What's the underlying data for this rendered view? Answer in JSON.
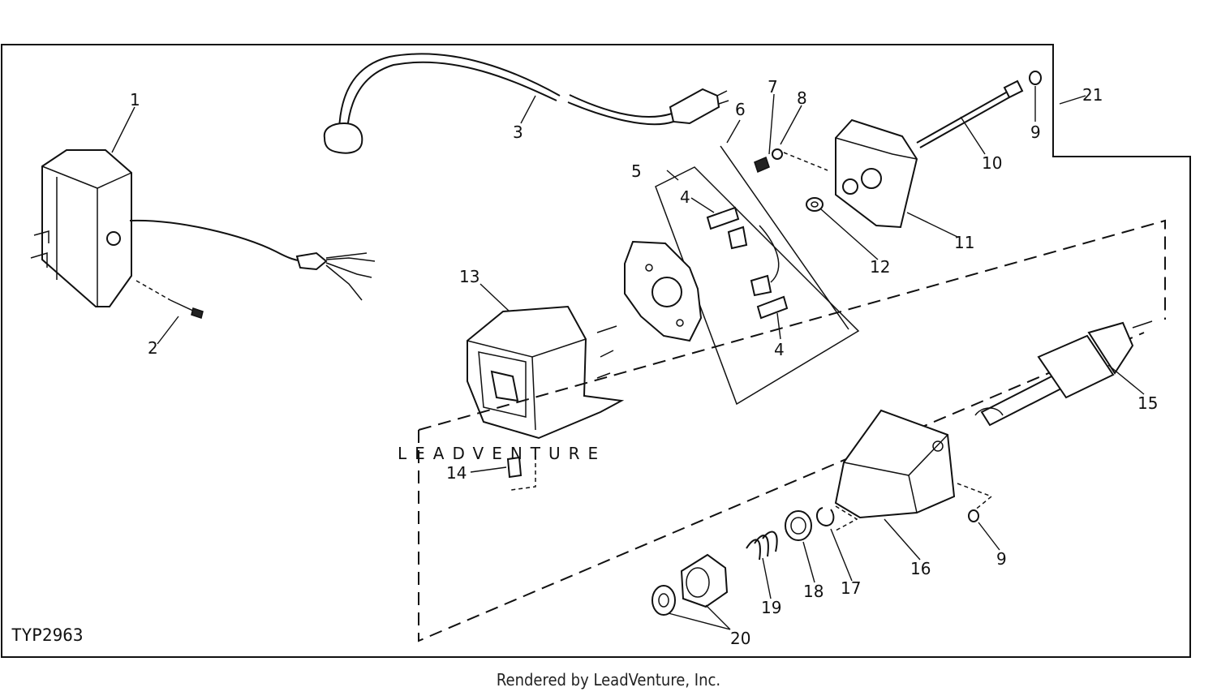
{
  "diagram": {
    "drawing_code": "TYP2963",
    "callouts": [
      "1",
      "2",
      "3",
      "4",
      "4",
      "5",
      "6",
      "7",
      "8",
      "9",
      "9",
      "10",
      "11",
      "12",
      "13",
      "14",
      "15",
      "16",
      "17",
      "18",
      "19",
      "20",
      "21"
    ]
  },
  "watermark": "LEADVENTURE",
  "footer": "Rendered by LeadVenture, Inc."
}
